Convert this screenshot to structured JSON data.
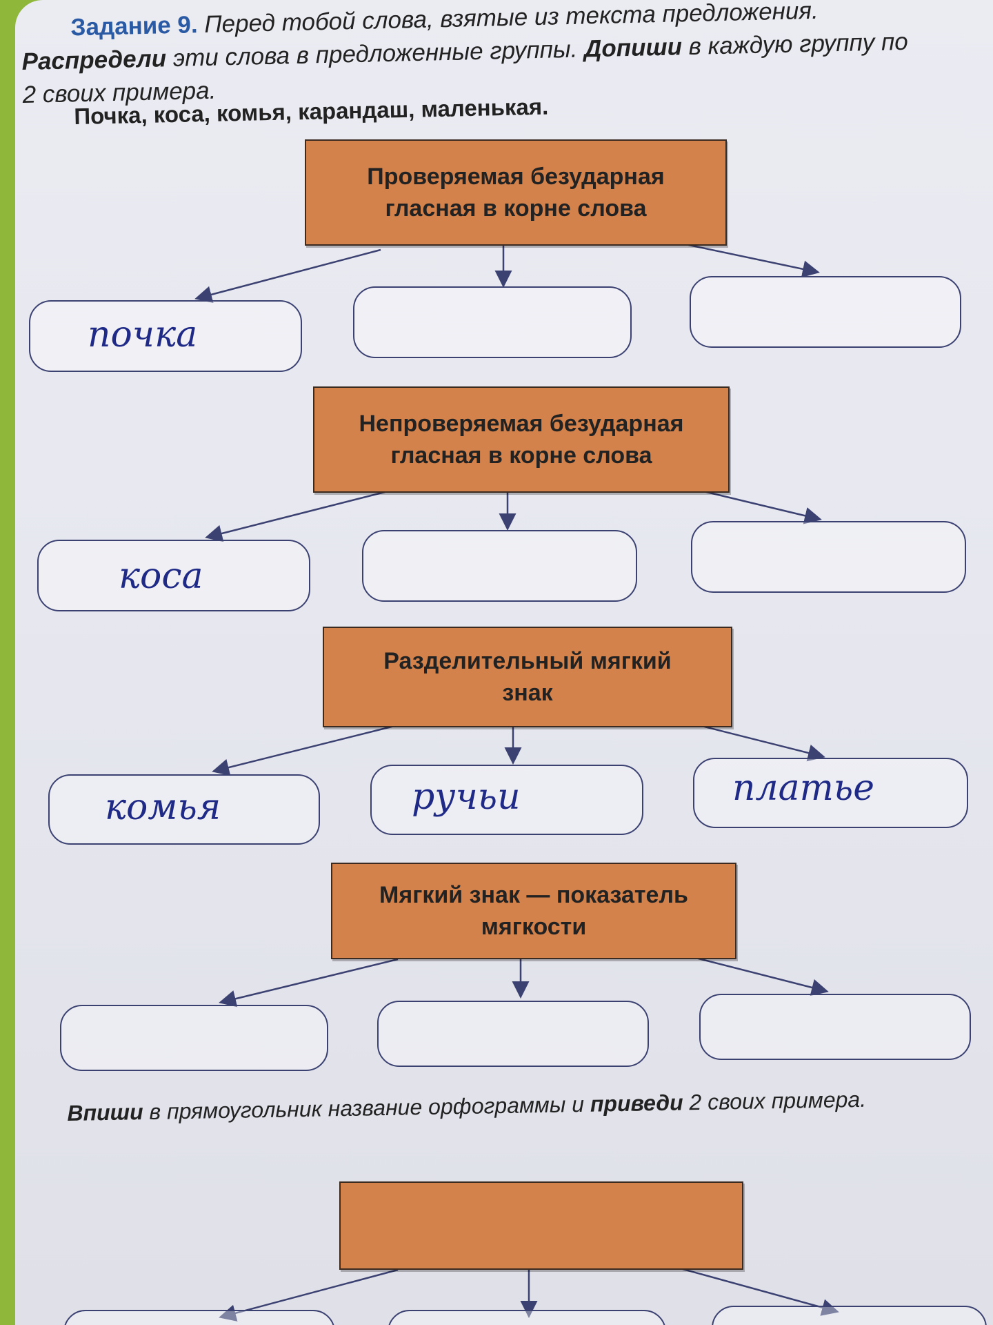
{
  "task": {
    "number": "Задание 9.",
    "line1": "Перед тобой слова, взятые из текста предложения.",
    "line2_bold1": "Распредели",
    "line2_mid": " эти слова в предложенные группы. ",
    "line2_bold2": "Допиши",
    "line2_end": " в каждую группу по",
    "line3": "2 своих примера."
  },
  "words_list": "Почка, коса, комья, карандаш, маленькая.",
  "groups": [
    {
      "title": "Проверяемая безударная гласная в корне слова",
      "answers": [
        "почка",
        "",
        ""
      ]
    },
    {
      "title": "Непроверяемая безударная гласная в корне слова",
      "answers": [
        "коса",
        "",
        ""
      ]
    },
    {
      "title": "Разделительный мягкий знак",
      "answers": [
        "комья",
        "ручьи",
        "платье"
      ]
    },
    {
      "title": "Мягкий знак — показатель мягкости",
      "answers": [
        "",
        "",
        ""
      ]
    },
    {
      "title": "",
      "answers": [
        "",
        "",
        ""
      ]
    }
  ],
  "footer": {
    "bold1": "Впиши",
    "mid": " в прямоугольник название орфограммы и ",
    "bold2": "приведи",
    "end": " 2 своих примера."
  },
  "colors": {
    "header_fill": "#d4824b",
    "box_stroke": "#3b4171",
    "handwriting": "#1f2a86",
    "task_number": "#2a5aa3"
  }
}
